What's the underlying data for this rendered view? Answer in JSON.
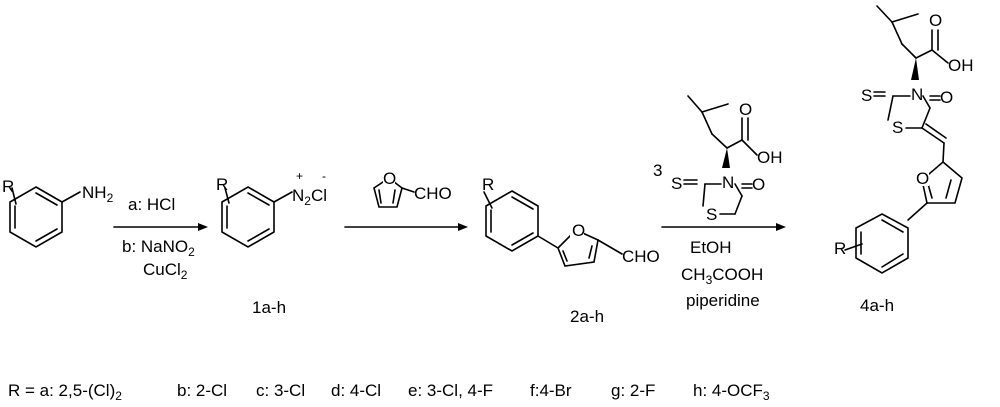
{
  "compounds": {
    "aniline": {
      "r": "R",
      "nh2_main": "NH",
      "nh2_sub": "2"
    },
    "diazonium": {
      "id": "1a-h",
      "r": "R",
      "plus": "+",
      "minus": "-",
      "n": "N",
      "n_sub": "2",
      "cl": "Cl"
    },
    "furfural": {
      "cho": "CHO",
      "o": "O"
    },
    "furfural_product": {
      "id": "2a-h",
      "r": "R",
      "o": "O",
      "cho": "CHO"
    },
    "rhodanine_reagent": {
      "equiv": "3",
      "oh": "OH",
      "o_top": "O",
      "s_thioxo": "S",
      "n": "N",
      "o_ring": "O",
      "s_ring": "S"
    },
    "final_product": {
      "id": "4a-h",
      "r": "R",
      "oh": "OH",
      "o_top": "O",
      "s_thioxo": "S",
      "n": "N",
      "o_ring": "O",
      "s_ring": "S",
      "o_furan": "O"
    }
  },
  "conditions": {
    "step1": {
      "a": "a: HCl",
      "b_main": "b: NaNO",
      "b_sub": "2",
      "c_main": "CuCl",
      "c_sub": "2"
    },
    "step3": {
      "solvent": "EtOH",
      "acid_p1": "CH",
      "acid_sub": "3",
      "acid_p2": "COOH",
      "base": "piperidine"
    }
  },
  "substituents": {
    "prefix": "R = ",
    "a_main": "a: 2,5-(Cl)",
    "a_sub": "2",
    "b": "b: 2-Cl",
    "c": "c: 3-Cl",
    "d": "d: 4-Cl",
    "e": "e: 3-Cl, 4-F",
    "f": "f:4-Br",
    "g": "g: 2-F",
    "h_main": "h: 4-OCF",
    "h_sub": "3"
  }
}
